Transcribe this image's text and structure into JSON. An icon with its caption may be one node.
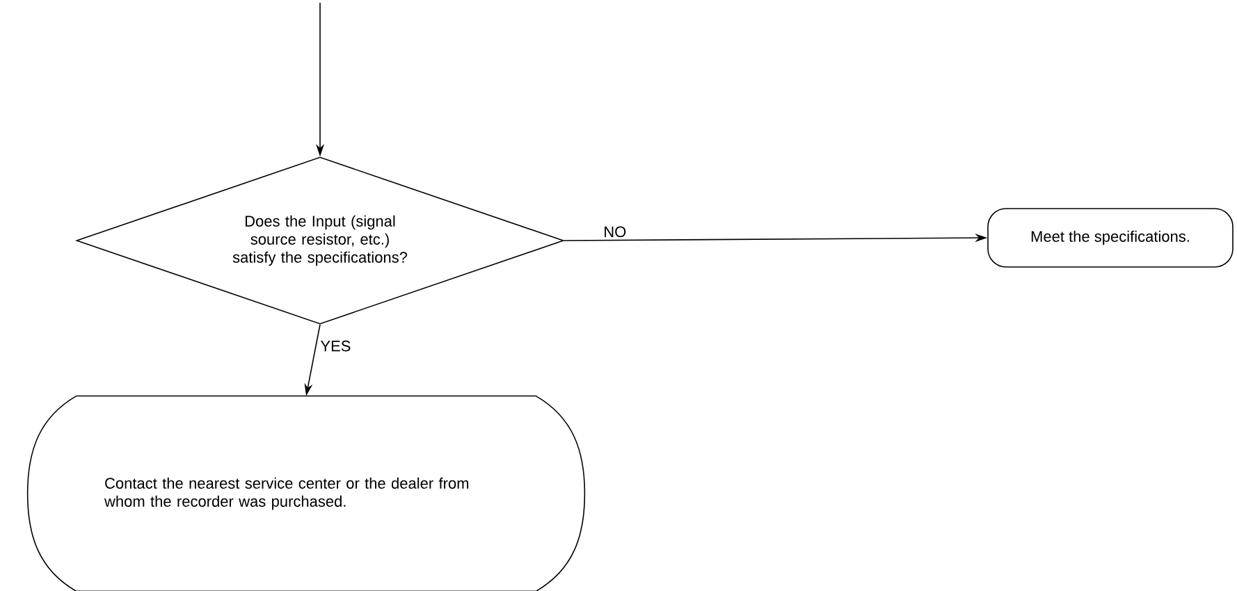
{
  "diagram": {
    "nodes": [
      {
        "text": [
          "Does the Input (signal source resistor, etc.) satisfy the specifications?"
        ]
      },
      {
        "text": [
          "Meet the specifications."
        ]
      },
      {
        "text": [
          "Contact the nearest service center or the dealer from whom the recorder was purchased."
        ]
      }
    ],
    "edges": [
      {
        "from": null,
        "to": 0,
        "arrow": "to"
      },
      {
        "from": 0,
        "to": 1,
        "arrow": "to",
        "label": "NO"
      },
      {
        "from": 0,
        "to": 2,
        "arrow": "to",
        "label": "YES"
      }
    ]
  }
}
